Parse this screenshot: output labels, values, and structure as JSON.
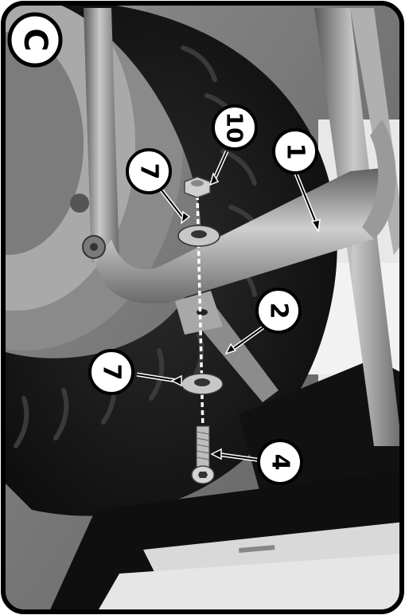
{
  "step_label": "C",
  "callouts": {
    "frame_tube": "1",
    "bracket": "2",
    "bolt": "4",
    "washer_top": "7",
    "washer_bottom": "7",
    "nut": "10"
  },
  "colors": {
    "border": "#000000",
    "tire": "#1e1e1e",
    "metal": "#9a9a9a",
    "box": "#151515"
  }
}
